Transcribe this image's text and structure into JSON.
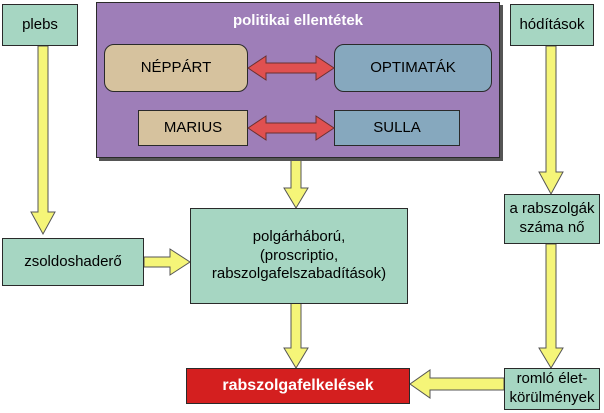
{
  "panel": {
    "title": "politikai ellentétek"
  },
  "nodes": {
    "plebs": "plebs",
    "hoditasok": "hódítások",
    "neppart": "NÉPPÁRT",
    "optimatak": "OPTIMATÁK",
    "marius": "MARIUS",
    "sulla": "SULLA",
    "zsoldoshadero": "zsoldoshaderő",
    "polgarhaboru_1": "polgárháború,",
    "polgarhaboru_2": "(proscriptio,",
    "polgarhaboru_3": "rabszolgafelszabadítások)",
    "rabszolgak_1": "a rabszolgák",
    "rabszolgak_2": "száma nő",
    "romlo_1": "romló élet-",
    "romlo_2": "körülmények",
    "felkelesek": "rabszolgafelkelések"
  },
  "colors": {
    "box_green": "#a6d6c2",
    "box_tan": "#d6c29e",
    "box_blue": "#86a8be",
    "box_red": "#d41f1f",
    "panel_purple": "#9e7eb8",
    "arrow_yellow": "#f5f578",
    "arrow_red": "#e05050"
  }
}
